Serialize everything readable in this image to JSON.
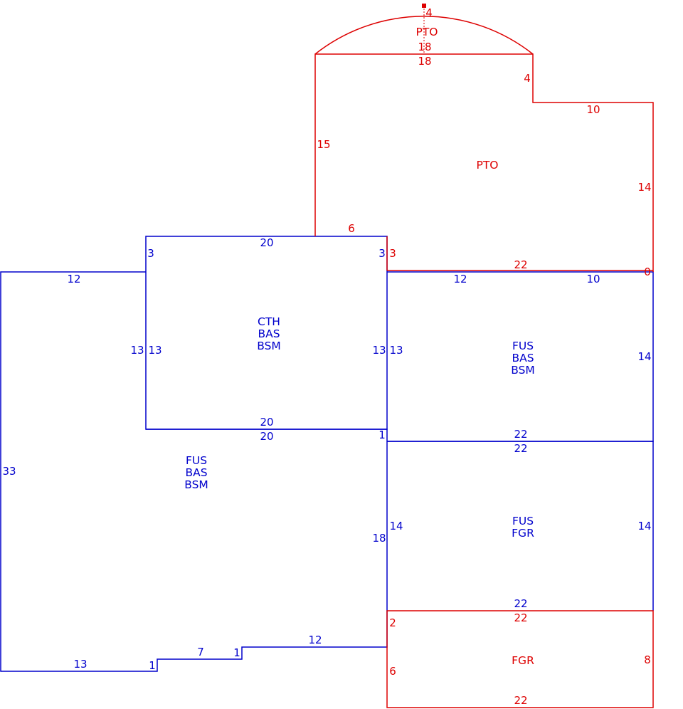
{
  "colors": {
    "living": "#0000cc",
    "exterior": "#dd0000",
    "background": "#ffffff"
  },
  "areas": {
    "pto_arc": [
      "PTO"
    ],
    "pto_main": [
      "PTO"
    ],
    "center_block": [
      "CTH",
      "BAS",
      "BSM"
    ],
    "right_upper": [
      "FUS",
      "BAS",
      "BSM"
    ],
    "left_main": [
      "FUS",
      "BAS",
      "BSM"
    ],
    "right_middle": [
      "FUS",
      "FGR"
    ],
    "right_lower": [
      "FGR"
    ]
  },
  "dimensions": {
    "pto_arc_rise": "4",
    "pto_arc_chord_top": "18",
    "pto_arc_chord_bottom": "18",
    "pto_right_drop": "4",
    "pto_right_step": "10",
    "pto_left_side": "15",
    "pto_right_side": "14",
    "pto_bottom_left": "6",
    "pto_bottom": "22",
    "pto_right_zero": "0",
    "pto_step_3": "3",
    "cth_top": "20",
    "cth_left_top": "3",
    "cth_right_top": "3",
    "cth_left_outer": "13",
    "cth_left_inner": "13",
    "cth_right_inner": "13",
    "cth_right_outer": "13",
    "cth_bottom_inner": "20",
    "cth_bottom_outer": "20",
    "left_top": "12",
    "right_upper_top_left": "12",
    "right_upper_top_right": "10",
    "right_upper_side": "14",
    "left_side": "33",
    "center_step_1": "1",
    "right_upper_bottom": "22",
    "right_middle_top": "22",
    "right_middle_left": "14",
    "right_middle_right": "14",
    "left_inner_18": "18",
    "right_middle_bottom": "22",
    "fgr_top": "22",
    "fgr_left_top": "2",
    "fgr_left_bottom": "6",
    "fgr_right": "8",
    "fgr_bottom": "22",
    "bottom_left": "13",
    "bottom_step1": "1",
    "bottom_mid": "7",
    "bottom_step2": "1",
    "bottom_right": "12"
  }
}
